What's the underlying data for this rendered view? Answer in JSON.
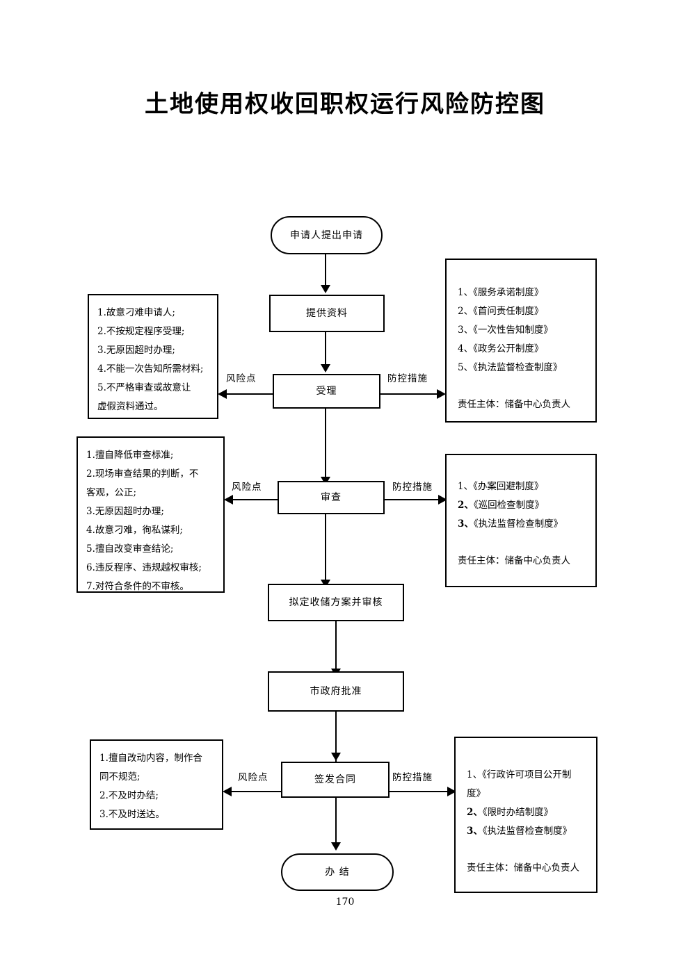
{
  "document": {
    "title": "土地使用权收回职权运行风险防控图",
    "page_number": "170"
  },
  "flow": {
    "nodes": [
      {
        "id": "start",
        "label": "申请人提出申请",
        "shape": "terminator"
      },
      {
        "id": "materials",
        "label": "提供资料",
        "shape": "rect"
      },
      {
        "id": "accept",
        "label": "受理",
        "shape": "rect"
      },
      {
        "id": "review",
        "label": "审查",
        "shape": "rect"
      },
      {
        "id": "plan",
        "label": "拟定收储方案并审核",
        "shape": "rect"
      },
      {
        "id": "approve",
        "label": "市政府批准",
        "shape": "rect"
      },
      {
        "id": "contract",
        "label": "签发合同",
        "shape": "rect"
      },
      {
        "id": "end",
        "label": "办  结",
        "shape": "terminator"
      }
    ],
    "edge_labels": {
      "risk_point": "风险点",
      "control_measure": "防控措施"
    }
  },
  "risk_panels": [
    {
      "for": "accept",
      "lines": [
        "1.故意刁难申请人;",
        "2.不按规定程序受理;",
        "3.无原因超时办理;",
        "4.不能一次告知所需材料;",
        "5.不严格审查或故意让",
        "虚假资料通过。"
      ]
    },
    {
      "for": "review",
      "lines": [
        "1.擅自降低审查标准;",
        "2.现场审查结果的判断，不",
        "客观，公正;",
        "3.无原因超时办理;",
        "4.故意刁难，徇私谋利;",
        "5.擅自改变审查结论;",
        "6.违反程序、违规越权审核;",
        "7.对符合条件的不审核。"
      ]
    },
    {
      "for": "contract",
      "lines": [
        "1.擅自改动内容，制作合",
        "同不规范;",
        "2.不及时办结;",
        "3.不及时送达。"
      ]
    }
  ],
  "measure_panels": [
    {
      "for": "accept",
      "items": [
        {
          "num": "1、",
          "text": "《服务承诺制度》",
          "bold": false
        },
        {
          "num": "2、",
          "text": "《首问责任制度》",
          "bold": false
        },
        {
          "num": "3、",
          "text": "《一次性告知制度》",
          "bold": false
        },
        {
          "num": "4、",
          "text": "《政务公开制度》",
          "bold": false
        },
        {
          "num": "5、",
          "text": "《执法监督检查制度》",
          "bold": false
        }
      ],
      "owner": "责任主体：储备中心负责人"
    },
    {
      "for": "review",
      "items": [
        {
          "num": "1、",
          "text": "《办案回避制度》",
          "bold": false
        },
        {
          "num": "2、",
          "text": "《巡回检查制度》",
          "bold": true
        },
        {
          "num": "3、",
          "text": "《执法监督检查制度》",
          "bold": true
        }
      ],
      "owner": "责任主体：储备中心负责人"
    },
    {
      "for": "contract",
      "items": [
        {
          "num": "1、",
          "text": "《行政许可项目公开制",
          "bold": false
        },
        {
          "num": "",
          "text": "度》",
          "bold": false
        },
        {
          "num": "2、",
          "text": "《限时办结制度》",
          "bold": true
        },
        {
          "num": "3、",
          "text": "《执法监督检查制度》",
          "bold": true
        }
      ],
      "owner": "责任主体：储备中心负责人"
    }
  ]
}
